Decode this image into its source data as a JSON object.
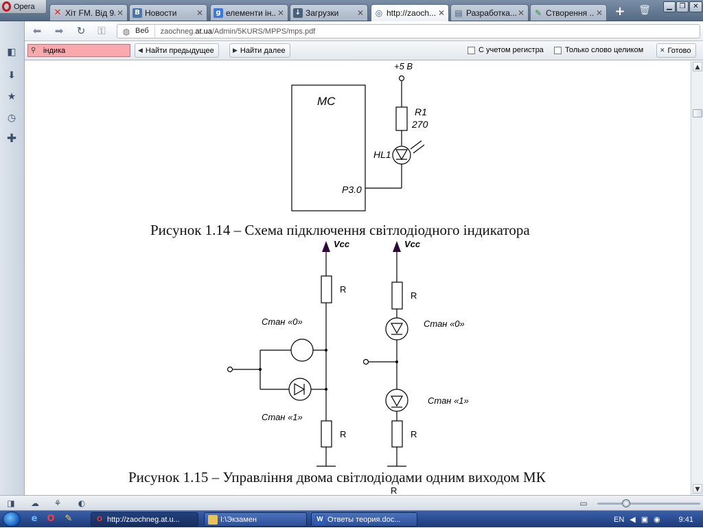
{
  "browser": {
    "menu_label": "Opera",
    "tabs": [
      {
        "label": "Хіт FM. Від 9...",
        "icon": "x-icon",
        "color": "#d8261d",
        "active": false
      },
      {
        "label": "Новости",
        "icon": "vk-icon",
        "color": "#4a76a8",
        "active": false
      },
      {
        "label": "елементи ін...",
        "icon": "google-icon",
        "color": "#3b77e0",
        "active": false
      },
      {
        "label": "Загрузки",
        "icon": "downloads-icon",
        "color": "#4a5f7a",
        "active": false
      },
      {
        "label": "http://zaoch...",
        "icon": "loading-icon",
        "color": "#4a5f7a",
        "active": true
      },
      {
        "label": "Разработка...",
        "icon": "document-icon",
        "color": "#4a5f7a",
        "active": false
      },
      {
        "label": "Створення ...",
        "icon": "pencil-icon",
        "color": "#2f8a3a",
        "active": false
      }
    ],
    "address": {
      "mode_label": "Веб",
      "url_prefix": "zaochneg.",
      "url_host": "at.ua",
      "url_path": "/Admin/5KURS/MPPS/mps.pdf"
    },
    "find": {
      "query": "індика",
      "prev_label": "Найти предыдущее",
      "next_label": "Найти далее",
      "match_case_label": "С учетом регистра",
      "whole_word_label": "Только слово целиком",
      "done_label": "Готово"
    },
    "zoom_fraction": 0.28
  },
  "document": {
    "fig14": {
      "supply": "+5 В",
      "mc": "МС",
      "r_name": "R1",
      "r_value": "270",
      "led": "HL1",
      "pin": "P3.0",
      "caption": "Рисунок 1.14 – Схема підключення світлодіодного індикатора"
    },
    "fig15": {
      "vcc": "Vcc",
      "r": "R",
      "state0": "Стан «0»",
      "state1": "Стан «1»",
      "caption": "Рисунок 1.15 – Управління двома світлодіодами одним виходом МК"
    },
    "next_text": "R"
  },
  "taskbar": {
    "windows": [
      {
        "label": "http://zaochneg.at.u...",
        "icon": "opera-icon",
        "active": true
      },
      {
        "label": "I:\\Экзамен",
        "icon": "folder-icon",
        "active": false
      },
      {
        "label": "Ответы теория.doc...",
        "icon": "word-icon",
        "active": false
      }
    ],
    "language": "EN",
    "clock": "9:41"
  }
}
